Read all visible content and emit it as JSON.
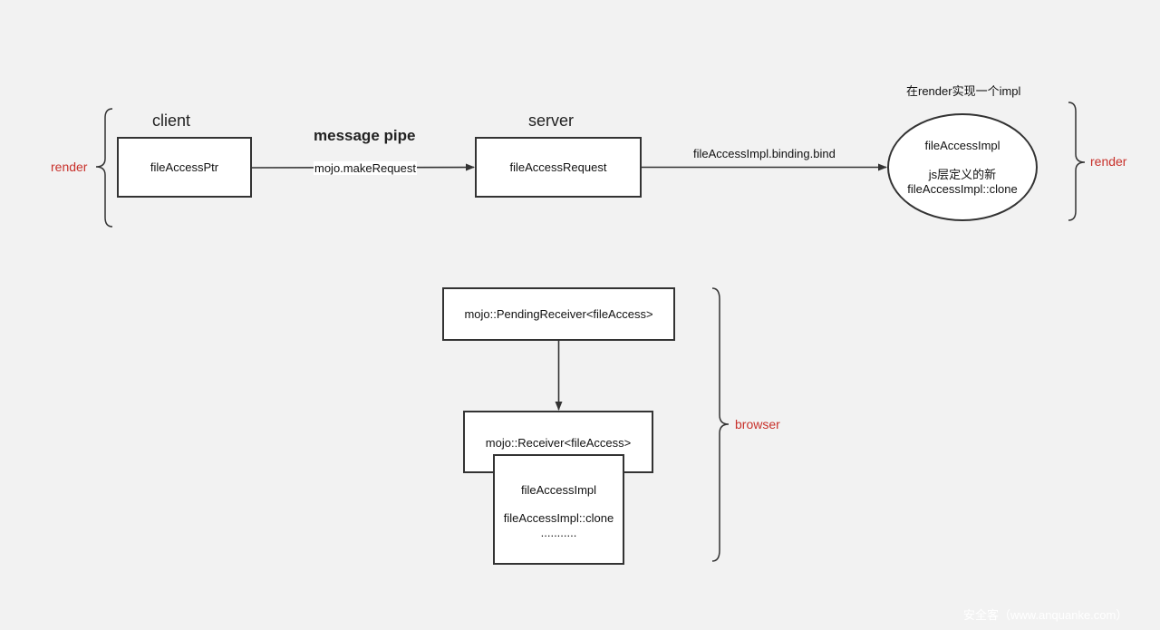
{
  "top_row": {
    "side_label_left": "render",
    "side_label_right": "render",
    "client_heading": "client",
    "server_heading": "server",
    "pipe_heading": "message pipe",
    "pipe_edge_label": "mojo.makeRequest",
    "bind_edge_label": "fileAccessImpl.binding.bind",
    "impl_note": "在render实现一个impl",
    "client_box": "fileAccessPtr",
    "server_box": "fileAccessRequest",
    "impl_ellipse": {
      "line1": "fileAccessImpl",
      "line2": "js层定义的新",
      "line3": "fileAccessImpl::clone"
    }
  },
  "bottom_group": {
    "side_label": "browser",
    "pending_receiver_box": "mojo::PendingReceiver<fileAccess>",
    "receiver_box": "mojo::Receiver<fileAccess>",
    "impl_box": {
      "line1": "fileAccessImpl",
      "line2": "fileAccessImpl::clone",
      "line3": "..........."
    }
  },
  "watermark": "安全客（www.anquanke.com）",
  "colors": {
    "accent_red": "#c8312b",
    "stroke": "#333333",
    "background": "#f2f2f2"
  }
}
